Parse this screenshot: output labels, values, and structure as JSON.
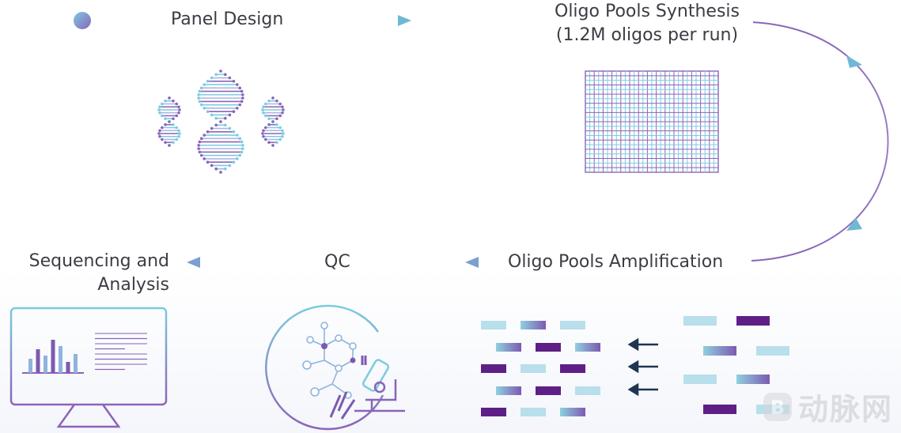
{
  "steps": {
    "panel_design": "Panel Design",
    "synthesis_line1": "Oligo Pools Synthesis",
    "synthesis_line2": "(1.2M oligos per run)",
    "amplification": "Oligo Pools Amplification",
    "qc": "QC",
    "sequencing_line1": "Sequencing and",
    "sequencing_line2": "Analysis"
  },
  "watermark": {
    "text": "动脉网",
    "logo_letter": "B"
  },
  "colors": {
    "light_cyan": "#b8dfeb",
    "teal": "#7ccbe0",
    "purple": "#7d5ab0",
    "dark_purple": "#5e1f86",
    "navy_arrow": "#1e3552"
  },
  "icons": [
    "start-dot-icon",
    "dna-helix-icon",
    "oligo-grid-icon",
    "oligo-bars-icon",
    "microscope-lab-icon",
    "monitor-chart-icon"
  ]
}
